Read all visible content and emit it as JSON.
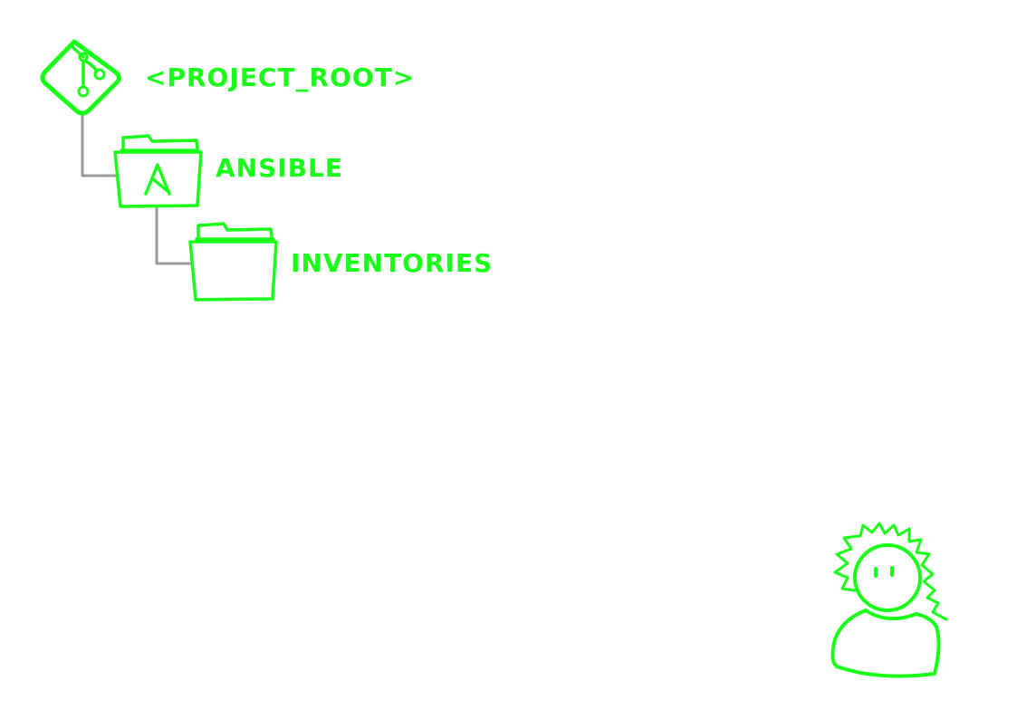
{
  "colors": {
    "accent": "#1aff1a",
    "connector": "#9a9a9a",
    "background": "#ffffff"
  },
  "tree": {
    "root": {
      "label": "<PROJECT_ROOT>",
      "icon": "git-icon"
    },
    "ansible": {
      "label": "ANSIBLE",
      "icon": "ansible-folder-icon"
    },
    "inventories": {
      "label": "INVENTORIES",
      "icon": "folder-icon"
    }
  },
  "figure": {
    "icon": "person-icon"
  }
}
